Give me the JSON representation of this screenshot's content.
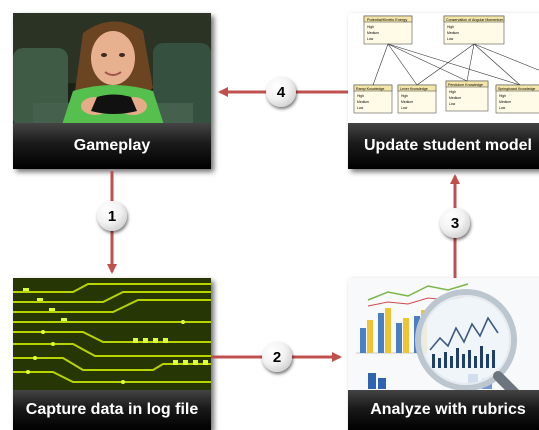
{
  "steps": [
    {
      "number": "1",
      "label": "Gameplay"
    },
    {
      "number": "2",
      "label": "Capture data in log file"
    },
    {
      "number": "3",
      "label": "Analyze with rubrics"
    },
    {
      "number": "4",
      "label": "Update student model"
    }
  ],
  "connectors": [
    {
      "from": "Gameplay",
      "to": "Capture data in log file",
      "label": "1"
    },
    {
      "from": "Capture data in log file",
      "to": "Analyze with rubrics",
      "label": "2"
    },
    {
      "from": "Analyze with rubrics",
      "to": "Update student model",
      "label": "3"
    },
    {
      "from": "Update student model",
      "to": "Gameplay",
      "label": "4"
    }
  ],
  "student_model": {
    "nodes": [
      {
        "title": "Potential/Kinetic Energy",
        "levels": [
          "High",
          "Medium",
          "Low"
        ]
      },
      {
        "title": "Conservation of Angular Momentum",
        "levels": [
          "High",
          "Medium",
          "Low"
        ]
      },
      {
        "title": "Ramp Knowledge",
        "levels": [
          "High",
          "Medium",
          "Low"
        ]
      },
      {
        "title": "Lever Knowledge",
        "levels": [
          "High",
          "Medium",
          "Low"
        ]
      },
      {
        "title": "Pendulum Knowledge",
        "levels": [
          "High",
          "Medium",
          "Low"
        ]
      },
      {
        "title": "Springboard Knowledge",
        "levels": [
          "High",
          "Medium",
          "Low"
        ]
      }
    ]
  },
  "colors": {
    "arrow": "#c0504d",
    "label_bar": "#000000",
    "circuit_bg": "#2a3a05",
    "circuit_trace": "#c8e600"
  }
}
